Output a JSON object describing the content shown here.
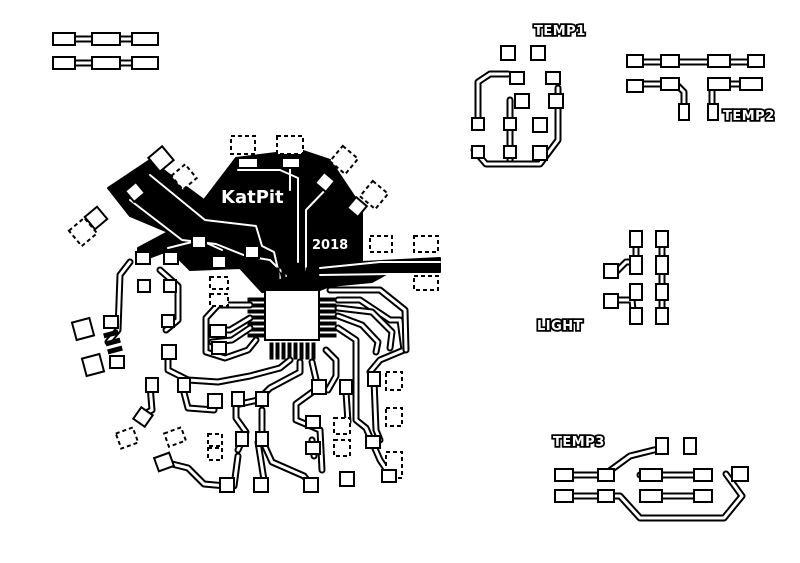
{
  "board": {
    "title": "KatPit",
    "year": "2018"
  },
  "labels": {
    "temp1": "TEMP1",
    "temp2": "TEMP2",
    "temp3": "TEMP3",
    "light": "LIGHT"
  },
  "colors": {
    "copper": "#000000",
    "background": "#ffffff"
  }
}
